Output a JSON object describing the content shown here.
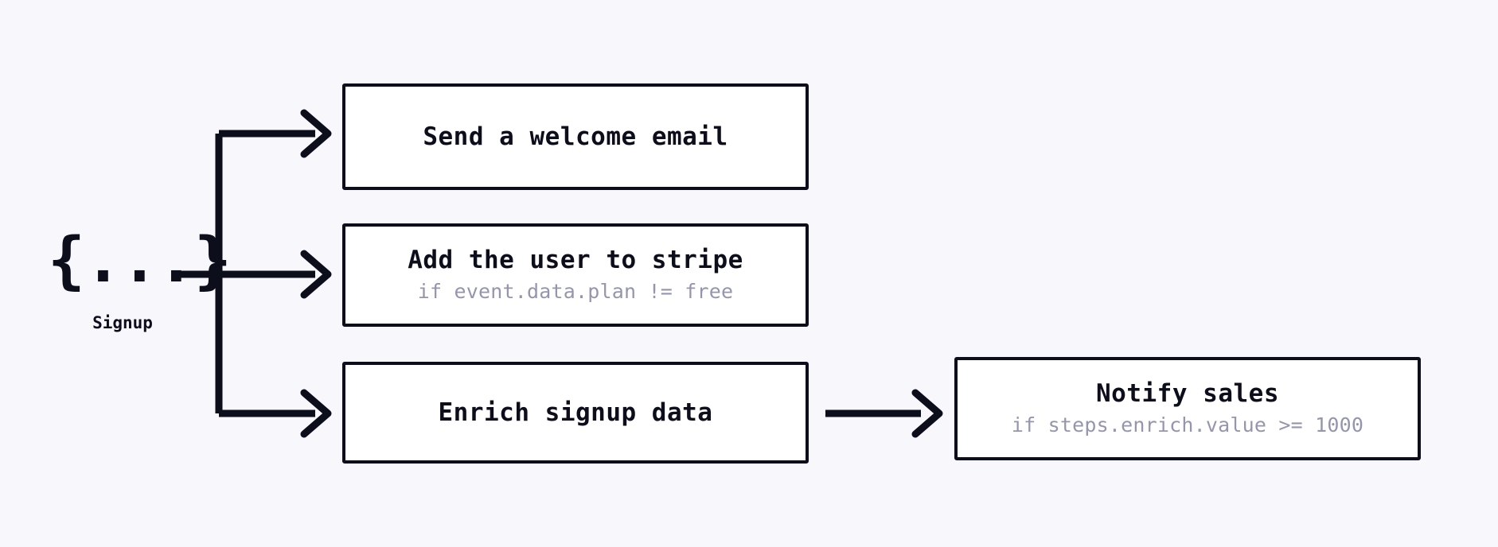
{
  "canvas": {
    "background_color": "#f8f7fc",
    "line_color": "#0d0e1b",
    "box_fill_color": "#ffffff",
    "box_border_color": "#0d0e1b",
    "condition_text_color": "#9496ad"
  },
  "trigger": {
    "glyph": "{...}",
    "icon_name": "json-event-braces-icon",
    "label": "Signup"
  },
  "steps": [
    {
      "id": "welcome-email",
      "title": "Send a welcome email",
      "condition": ""
    },
    {
      "id": "add-stripe",
      "title": "Add the user to stripe",
      "condition": "if event.data.plan != free"
    },
    {
      "id": "enrich-data",
      "title": "Enrich signup data",
      "condition": ""
    },
    {
      "id": "notify-sales",
      "title": "Notify sales",
      "condition": "if steps.enrich.value >= 1000"
    }
  ],
  "connectors": [
    {
      "name": "trigger-to-welcome-email",
      "from": "trigger",
      "to": "welcome-email"
    },
    {
      "name": "trigger-to-add-stripe",
      "from": "trigger",
      "to": "add-stripe"
    },
    {
      "name": "trigger-to-enrich-data",
      "from": "trigger",
      "to": "enrich-data"
    },
    {
      "name": "enrich-data-to-notify-sales",
      "from": "enrich-data",
      "to": "notify-sales"
    }
  ]
}
